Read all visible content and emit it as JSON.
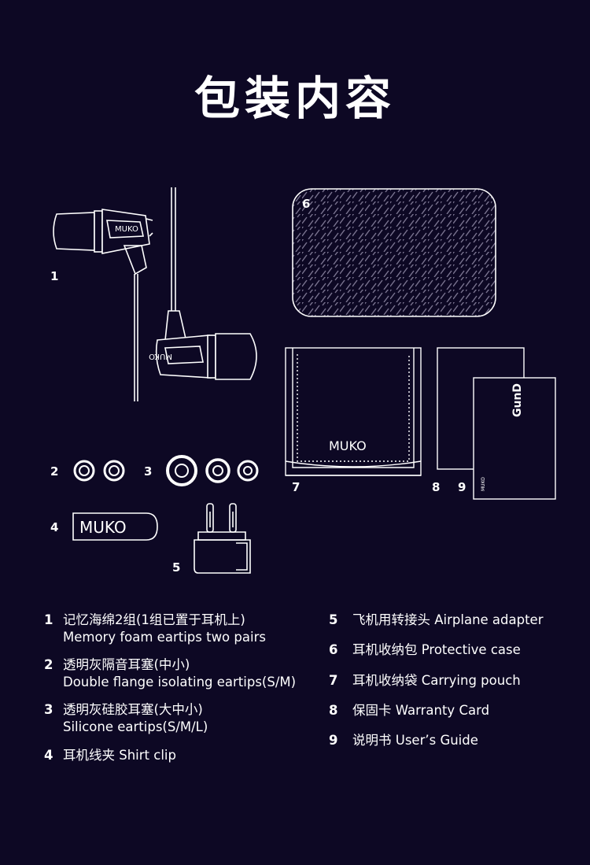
{
  "title": "包装内容",
  "brand": "MUKO",
  "card_logo": "GunD",
  "illustration_numbers": [
    "1",
    "2",
    "3",
    "4",
    "5",
    "6",
    "7",
    "8",
    "9"
  ],
  "items": [
    {
      "num": "1",
      "zh": "记忆海绵2组(1组已置于耳机上)",
      "en": "Memory foam eartips two pairs"
    },
    {
      "num": "2",
      "zh": "透明灰隔音耳塞(中小)",
      "en": "Double flange isolating eartips(S/M)"
    },
    {
      "num": "3",
      "zh": "透明灰硅胶耳塞(大中小)",
      "en": "Silicone eartips(S/M/L)"
    },
    {
      "num": "4",
      "zh": "耳机线夹 Shirt clip",
      "en": ""
    },
    {
      "num": "5",
      "zh": "飞机用转接头 Airplane adapter",
      "en": ""
    },
    {
      "num": "6",
      "zh": "耳机收纳包  Protective case",
      "en": ""
    },
    {
      "num": "7",
      "zh": "耳机收纳袋  Carrying pouch",
      "en": ""
    },
    {
      "num": "8",
      "zh": "保固卡  Warranty Card",
      "en": ""
    },
    {
      "num": "9",
      "zh": "说明书  User’s Guide",
      "en": ""
    }
  ]
}
